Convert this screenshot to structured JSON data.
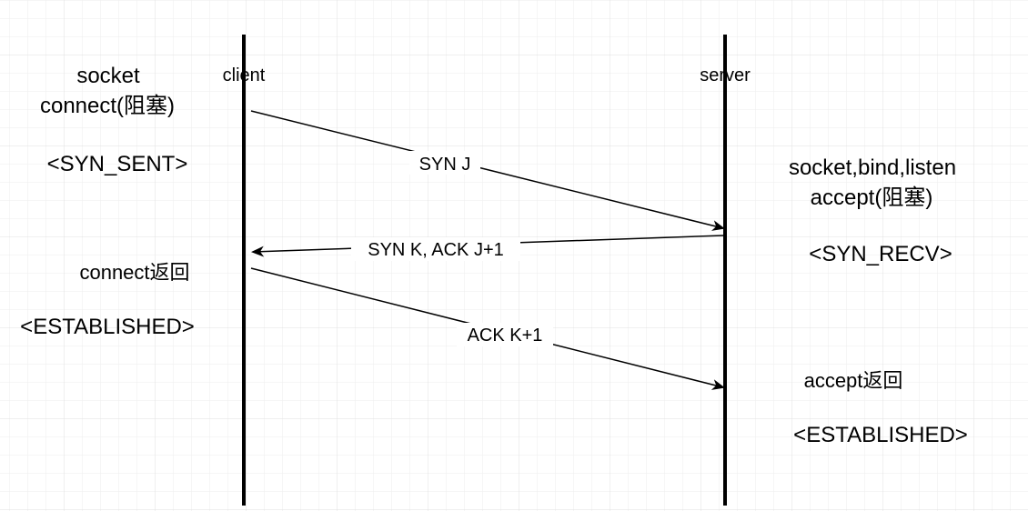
{
  "participants": {
    "client": "client",
    "server": "server"
  },
  "client_notes": {
    "socket": "socket",
    "connect_block": "connect(阻塞)",
    "syn_sent": "<SYN_SENT>",
    "connect_return": "connect返回",
    "established": "<ESTABLISHED>"
  },
  "server_notes": {
    "socket_bind_listen": "socket,bind,listen",
    "accept_block": "accept(阻塞)",
    "syn_recv": "<SYN_RECV>",
    "accept_return": "accept返回",
    "established": "<ESTABLISHED>"
  },
  "messages": [
    {
      "label": "SYN J",
      "direction": "client-to-server"
    },
    {
      "label": "SYN K, ACK J+1",
      "direction": "server-to-client"
    },
    {
      "label": "ACK K+1",
      "direction": "client-to-server"
    }
  ],
  "colors": {
    "line": "#000000",
    "grid": "#e6e6e6",
    "background": "#ffffff"
  }
}
